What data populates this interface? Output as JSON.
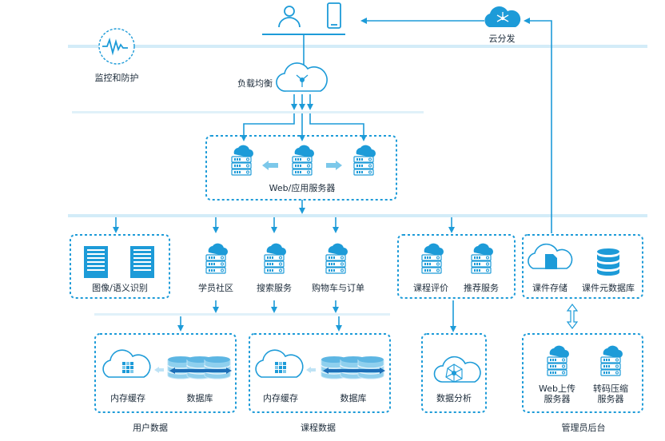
{
  "colors": {
    "accent": "#1d9bd8",
    "light": "#bfe3f5",
    "line": "#9fd6ef"
  },
  "labels": {
    "cloud_distribution": "云分发",
    "monitoring": "监控和防护",
    "load_balancing": "负载均衡",
    "web_app_servers": "Web/应用服务器",
    "image_semantic": "图像/语义识别",
    "student_community": "学员社区",
    "search_service": "搜索服务",
    "cart_order": "购物车与订单",
    "course_review": "课程评价",
    "recommendation": "推荐服务",
    "courseware_storage": "课件存储",
    "courseware_metadata": "课件元数据库",
    "data_analysis": "数据分析",
    "user_data": "用户数据",
    "course_data": "课程数据",
    "admin_backend": "管理员后台",
    "memory_cache_1": "内存缓存",
    "database_1": "数据库",
    "memory_cache_2": "内存缓存",
    "database_2": "数据库",
    "web_upload_l1": "Web上传",
    "web_upload_l2": "服务器",
    "transcode_l1": "转码压缩",
    "transcode_l2": "服务器"
  },
  "icons": [
    "user-icon",
    "phone-icon",
    "cloud-share-icon",
    "pulse-icon",
    "load-balancer-cloud-icon",
    "server-icon",
    "document-icon",
    "database-icon",
    "cache-grid-icon",
    "analytics-cloud-icon"
  ]
}
